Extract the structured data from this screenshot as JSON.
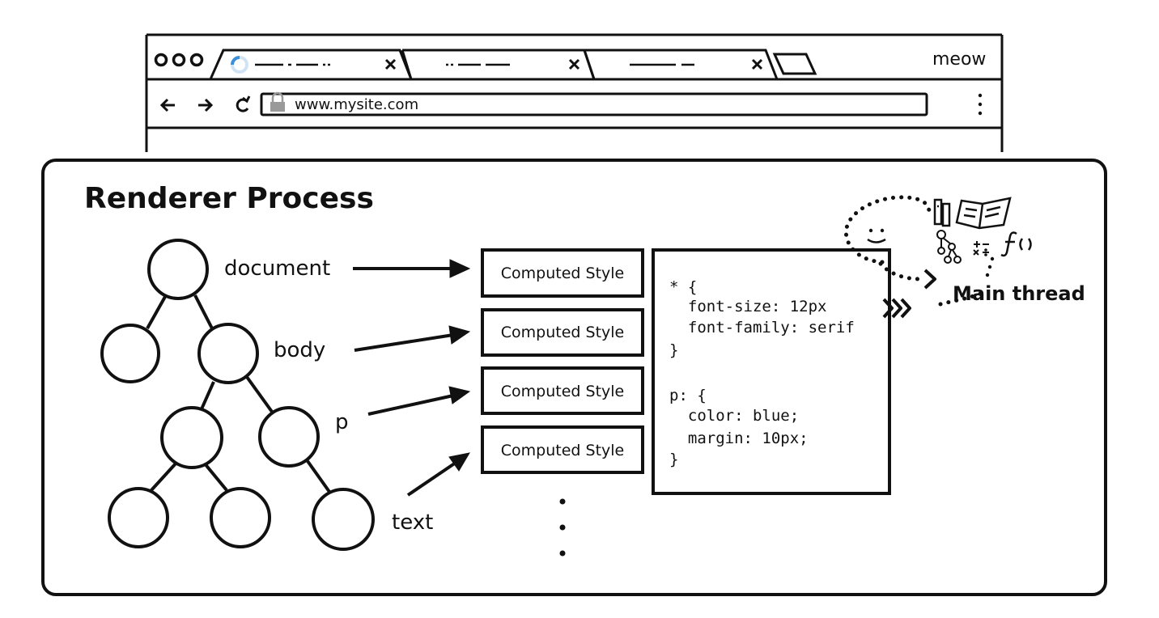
{
  "browser": {
    "url": "www.mysite.com",
    "profile_label": "meow",
    "tabs": [
      {
        "icon": "loading-spinner-icon"
      },
      {
        "icon": ""
      },
      {
        "icon": ""
      }
    ],
    "icons": [
      "window-controls-icon",
      "back-arrow-icon",
      "forward-arrow-icon",
      "reload-icon",
      "lock-icon",
      "kebab-menu-icon",
      "new-tab-icon",
      "close-icon"
    ]
  },
  "renderer": {
    "title": "Renderer Process",
    "dom_labels": {
      "document": "document",
      "body": "body",
      "p": "p",
      "text": "text"
    },
    "computed_style_label": "Computed Style",
    "css_code": [
      "* {",
      "  font-size: 12px",
      "  font-family: serif",
      "}",
      "",
      "p: {",
      "  color: blue;",
      "  margin: 10px;",
      "}"
    ],
    "main_thread_label": "Main thread",
    "main_thread_icons": [
      "face-icon",
      "books-icon",
      "open-book-icon",
      "tree-icon",
      "math-icon",
      "function-icon"
    ]
  }
}
